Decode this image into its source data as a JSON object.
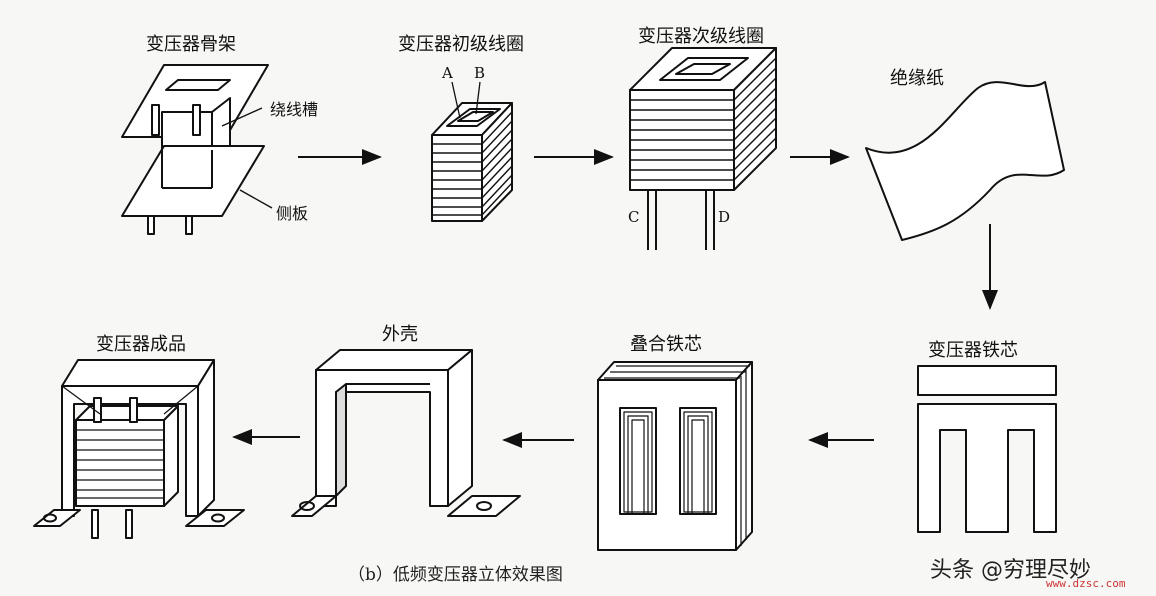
{
  "stages": {
    "bobbin": {
      "title": "变压器骨架",
      "slot_label": "绕线槽",
      "plate_label": "侧板"
    },
    "primary": {
      "title": "变压器初级线圈",
      "lead_a": "A",
      "lead_b": "B"
    },
    "secondary": {
      "title": "变压器次级线圈",
      "lead_c": "C",
      "lead_d": "D"
    },
    "paper": {
      "title": "绝缘纸"
    },
    "core": {
      "title": "变压器铁芯"
    },
    "stacked": {
      "title": "叠合铁芯"
    },
    "shell": {
      "title": "外壳"
    },
    "finished": {
      "title": "变压器成品"
    }
  },
  "caption": "（b）低频变压器立体效果图",
  "watermark": {
    "text": "头条 @穷理尽妙",
    "url": "www.dzsc.com"
  }
}
